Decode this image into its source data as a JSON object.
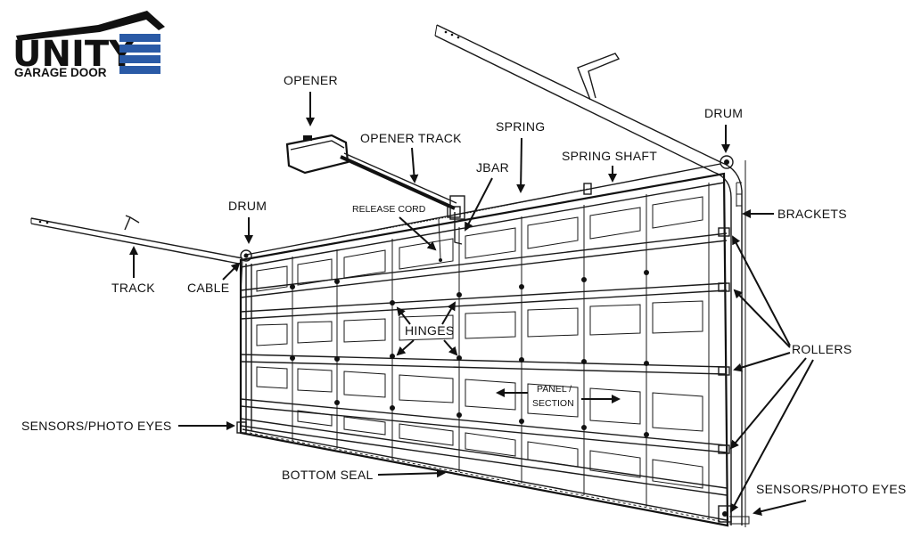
{
  "logo": {
    "name": "UNITY",
    "tagline": "GARAGE DOOR",
    "brand_color": "#2a5aa6"
  },
  "labels": {
    "opener": "OPENER",
    "opener_track": "OPENER TRACK",
    "spring": "SPRING",
    "jbar": "JBAR",
    "spring_shaft": "SPRING SHAFT",
    "drum_right": "DRUM",
    "drum_left": "DRUM",
    "release_cord": "RELEASE CORD",
    "brackets": "BRACKETS",
    "track": "TRACK",
    "cable": "CABLE",
    "hinges": "HINGES",
    "rollers": "ROLLERS",
    "panel_line1": "PANEL /",
    "panel_line2": "SECTION",
    "sensors_left": "SENSORS/PHOTO EYES",
    "sensors_right": "SENSORS/PHOTO EYES",
    "bottom_seal": "BOTTOM SEAL"
  }
}
